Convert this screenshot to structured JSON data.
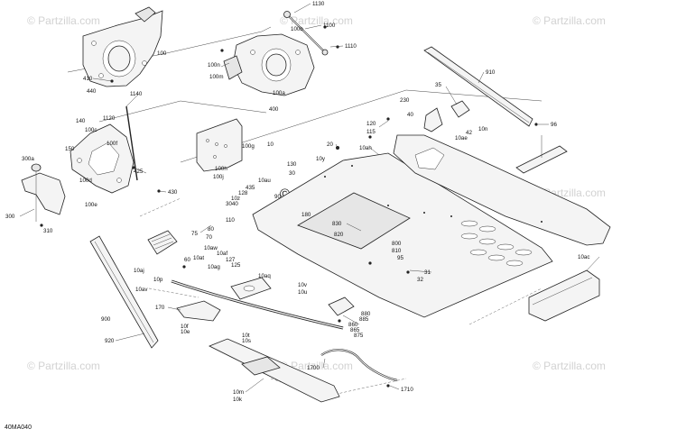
{
  "watermark": {
    "text": "© Partzilla.com",
    "center_text": "© Partzilla.com"
  },
  "figure_code": "40MA040",
  "callouts": [
    "1130",
    "1100",
    "100b",
    "1110",
    "100",
    "410",
    "440",
    "100n",
    "100m",
    "100a",
    "910",
    "35",
    "230",
    "40",
    "10n",
    "10ae",
    "42",
    "96",
    "1140",
    "1120",
    "140",
    "100c",
    "100f",
    "150",
    "400",
    "100g",
    "300a",
    "100d",
    "425",
    "100e",
    "300",
    "310",
    "430",
    "10",
    "100h",
    "100j",
    "120",
    "115",
    "20",
    "10ah",
    "130",
    "30",
    "10y",
    "10au",
    "435",
    "128",
    "10z",
    "80",
    "90",
    "180",
    "3040",
    "110",
    "75",
    "70",
    "10aw",
    "10af",
    "127",
    "125",
    "10ag",
    "10aj",
    "10p",
    "10av",
    "60",
    "830",
    "820",
    "800",
    "810",
    "95",
    "31",
    "32",
    "10ac",
    "10v",
    "10u",
    "10aq",
    "10at",
    "880",
    "885",
    "860",
    "865",
    "875",
    "170",
    "10f",
    "10e",
    "10t",
    "10s",
    "900",
    "920",
    "1700",
    "1710",
    "10m",
    "10k"
  ],
  "icons": {
    "bolt": "bolt-icon",
    "nut": "nut-icon"
  }
}
